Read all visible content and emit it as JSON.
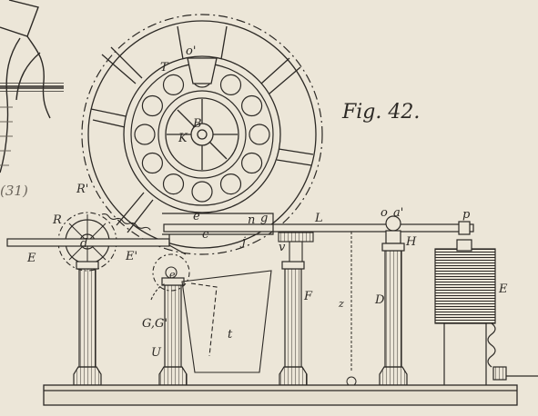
{
  "figure": {
    "title": "Fig. 42."
  },
  "margin_note": "(31)",
  "labels": {
    "o_prime": "o'",
    "T": "T",
    "B": "B",
    "K": "K",
    "R_prime": "R'",
    "R": "R",
    "E_left": "E",
    "d": "d",
    "E_prime": "E'",
    "e": "e",
    "c": "c",
    "n": "n",
    "g": "g",
    "j": "j",
    "L": "L",
    "o": "o",
    "a_prime": "a'",
    "p": "p",
    "H": "H",
    "v": "v",
    "F": "F",
    "D": "D",
    "E_right": "E",
    "z": "z",
    "e_hook": "e",
    "G_G_prime": "G,G'",
    "t": "t",
    "U": "U"
  }
}
